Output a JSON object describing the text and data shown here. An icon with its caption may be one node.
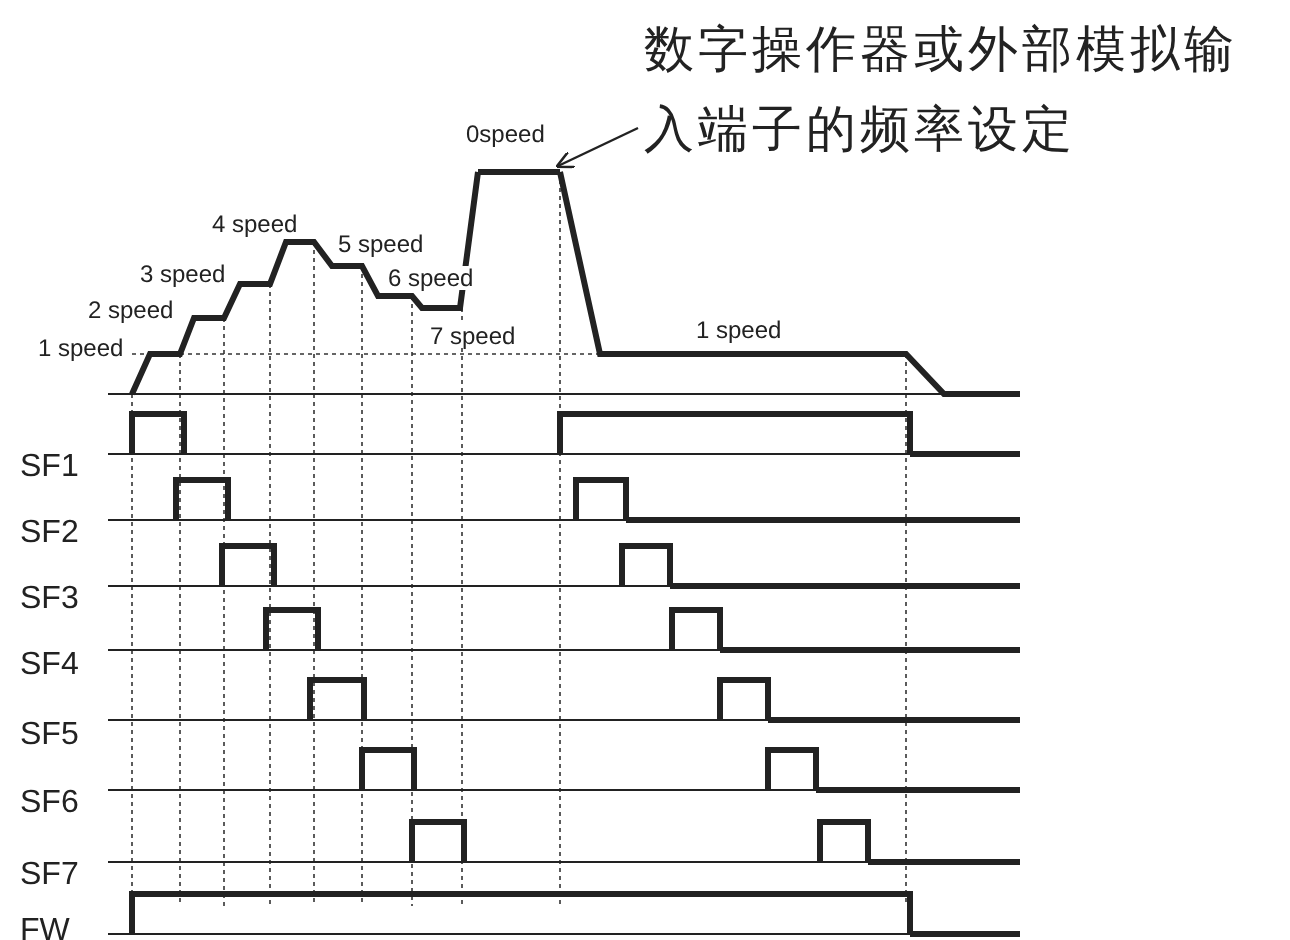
{
  "diagram": {
    "nodes": [
      {
        "text": [
          "数字操作器或外部模拟输入端子的频率设定"
        ]
      },
      {
        "text": [],
        "shape": "line"
      }
    ],
    "edges": [
      {
        "from": 0,
        "to": 1,
        "arrow": "to"
      }
    ],
    "labels": [
      "0speed",
      "4 speed",
      "5 speed",
      "3 speed",
      "6 speed",
      "2 speed",
      "1 speed",
      "7 speed",
      "1 speed",
      "SF1",
      "SF2",
      "SF3",
      "SF4",
      "SF5",
      "SF6",
      "SF7",
      "FW"
    ]
  }
}
